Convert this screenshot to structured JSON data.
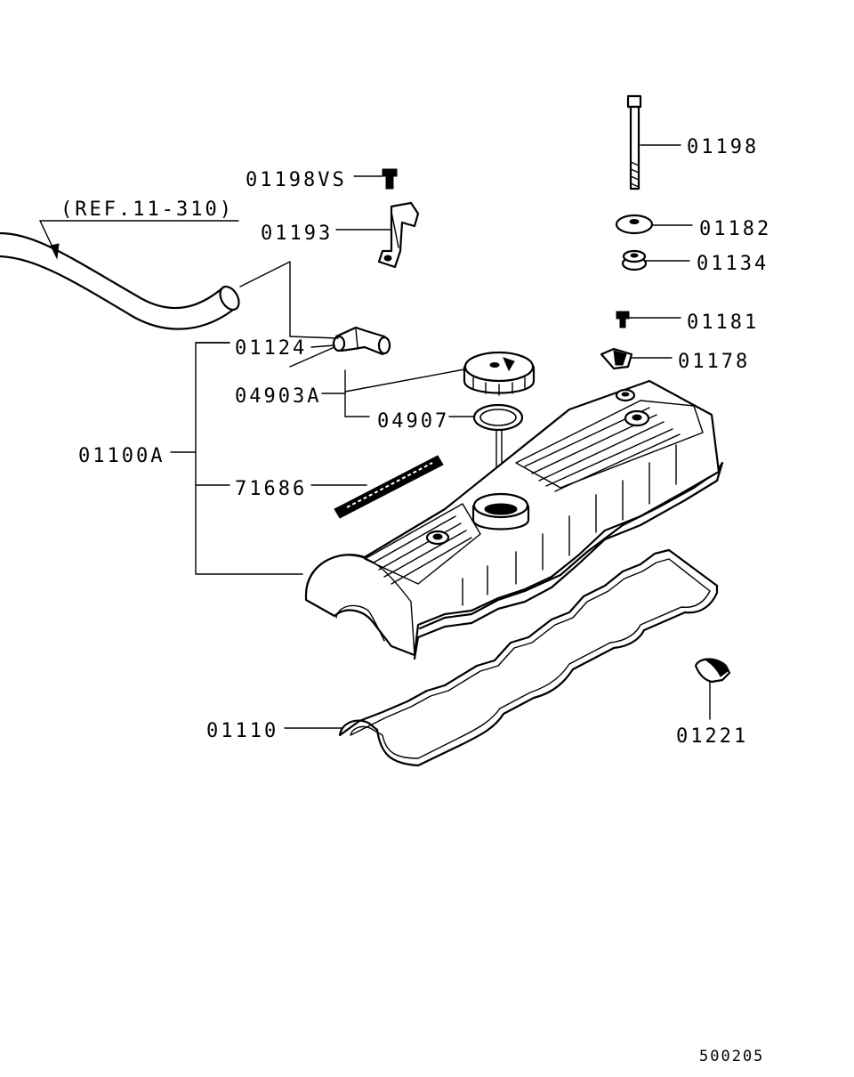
{
  "reference": "(REF.11-310)",
  "figure_code": "500205",
  "parts": {
    "bolt_long": "01198",
    "bolt_vs": "01198VS",
    "washer": "01182",
    "grommet": "01134",
    "bolt_small": "01181",
    "clip": "01178",
    "bracket": "01193",
    "pcv_valve": "01124",
    "oil_cap_assy": "04903A",
    "oil_cap_gasket": "04907",
    "cover_assy": "01100A",
    "emblem": "71686",
    "cover_gasket": "01110",
    "semicircle_plug": "01221"
  }
}
